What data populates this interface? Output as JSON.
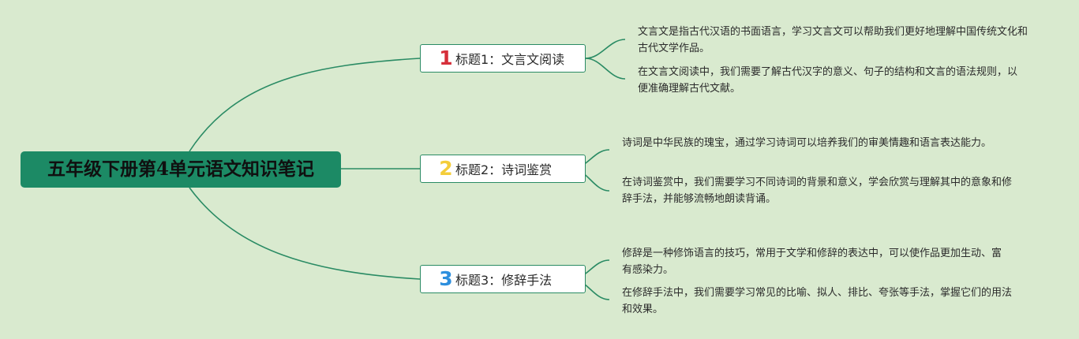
{
  "root": {
    "title": "五年级下册第4单元语文知识笔记"
  },
  "colors": {
    "background": "#d9eacf",
    "root_fill": "#1c8a65",
    "connector": "#2a8b64",
    "topic_numbers": [
      "#d62f3a",
      "#f4cd3a",
      "#2d8fde"
    ]
  },
  "topics": [
    {
      "number": "1",
      "label": "标题1：文言文阅读",
      "notes": [
        "文言文是指古代汉语的书面语言，学习文言文可以帮助我们更好地理解中国传统文化和古代文学作品。",
        "在文言文阅读中，我们需要了解古代汉字的意义、句子的结构和文言的语法规则，以便准确理解古代文献。"
      ]
    },
    {
      "number": "2",
      "label": "标题2：诗词鉴赏",
      "notes": [
        "诗词是中华民族的瑰宝，通过学习诗词可以培养我们的审美情趣和语言表达能力。",
        "在诗词鉴赏中，我们需要学习不同诗词的背景和意义，学会欣赏与理解其中的意象和修辞手法，并能够流畅地朗读背诵。"
      ]
    },
    {
      "number": "3",
      "label": "标题3：修辞手法",
      "notes": [
        "修辞是一种修饰语言的技巧，常用于文学和修辞的表达中，可以使作品更加生动、富有感染力。",
        "在修辞手法中，我们需要学习常见的比喻、拟人、排比、夸张等手法，掌握它们的用法和效果。"
      ]
    }
  ]
}
